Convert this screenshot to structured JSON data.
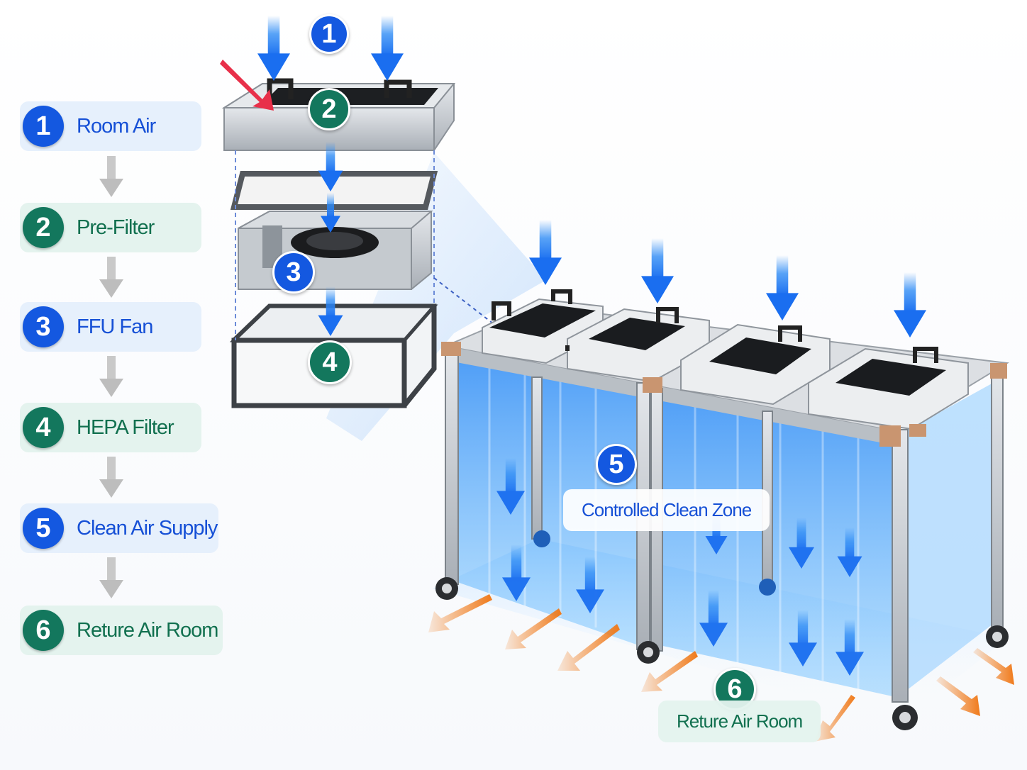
{
  "steps": [
    {
      "num": "1",
      "label": "Room Air"
    },
    {
      "num": "2",
      "label": "Pre-Filter"
    },
    {
      "num": "3",
      "label": "FFU Fan"
    },
    {
      "num": "4",
      "label": "HEPA Filter"
    },
    {
      "num": "5",
      "label": "Clean Air Supply"
    },
    {
      "num": "6",
      "label": "Reture Air Room"
    }
  ],
  "diagram": {
    "badges": [
      "1",
      "2",
      "3",
      "4",
      "5",
      "6"
    ],
    "zone_label": "Controlled Clean Zone",
    "return_label": "Reture Air Room"
  },
  "colors": {
    "accent_blue": "#1458e0",
    "accent_green": "#13775d",
    "airflow_blue": "#2f8cf5",
    "exhaust_orange": "#f07a1a",
    "curtain_blue": "#3aa0ff"
  }
}
